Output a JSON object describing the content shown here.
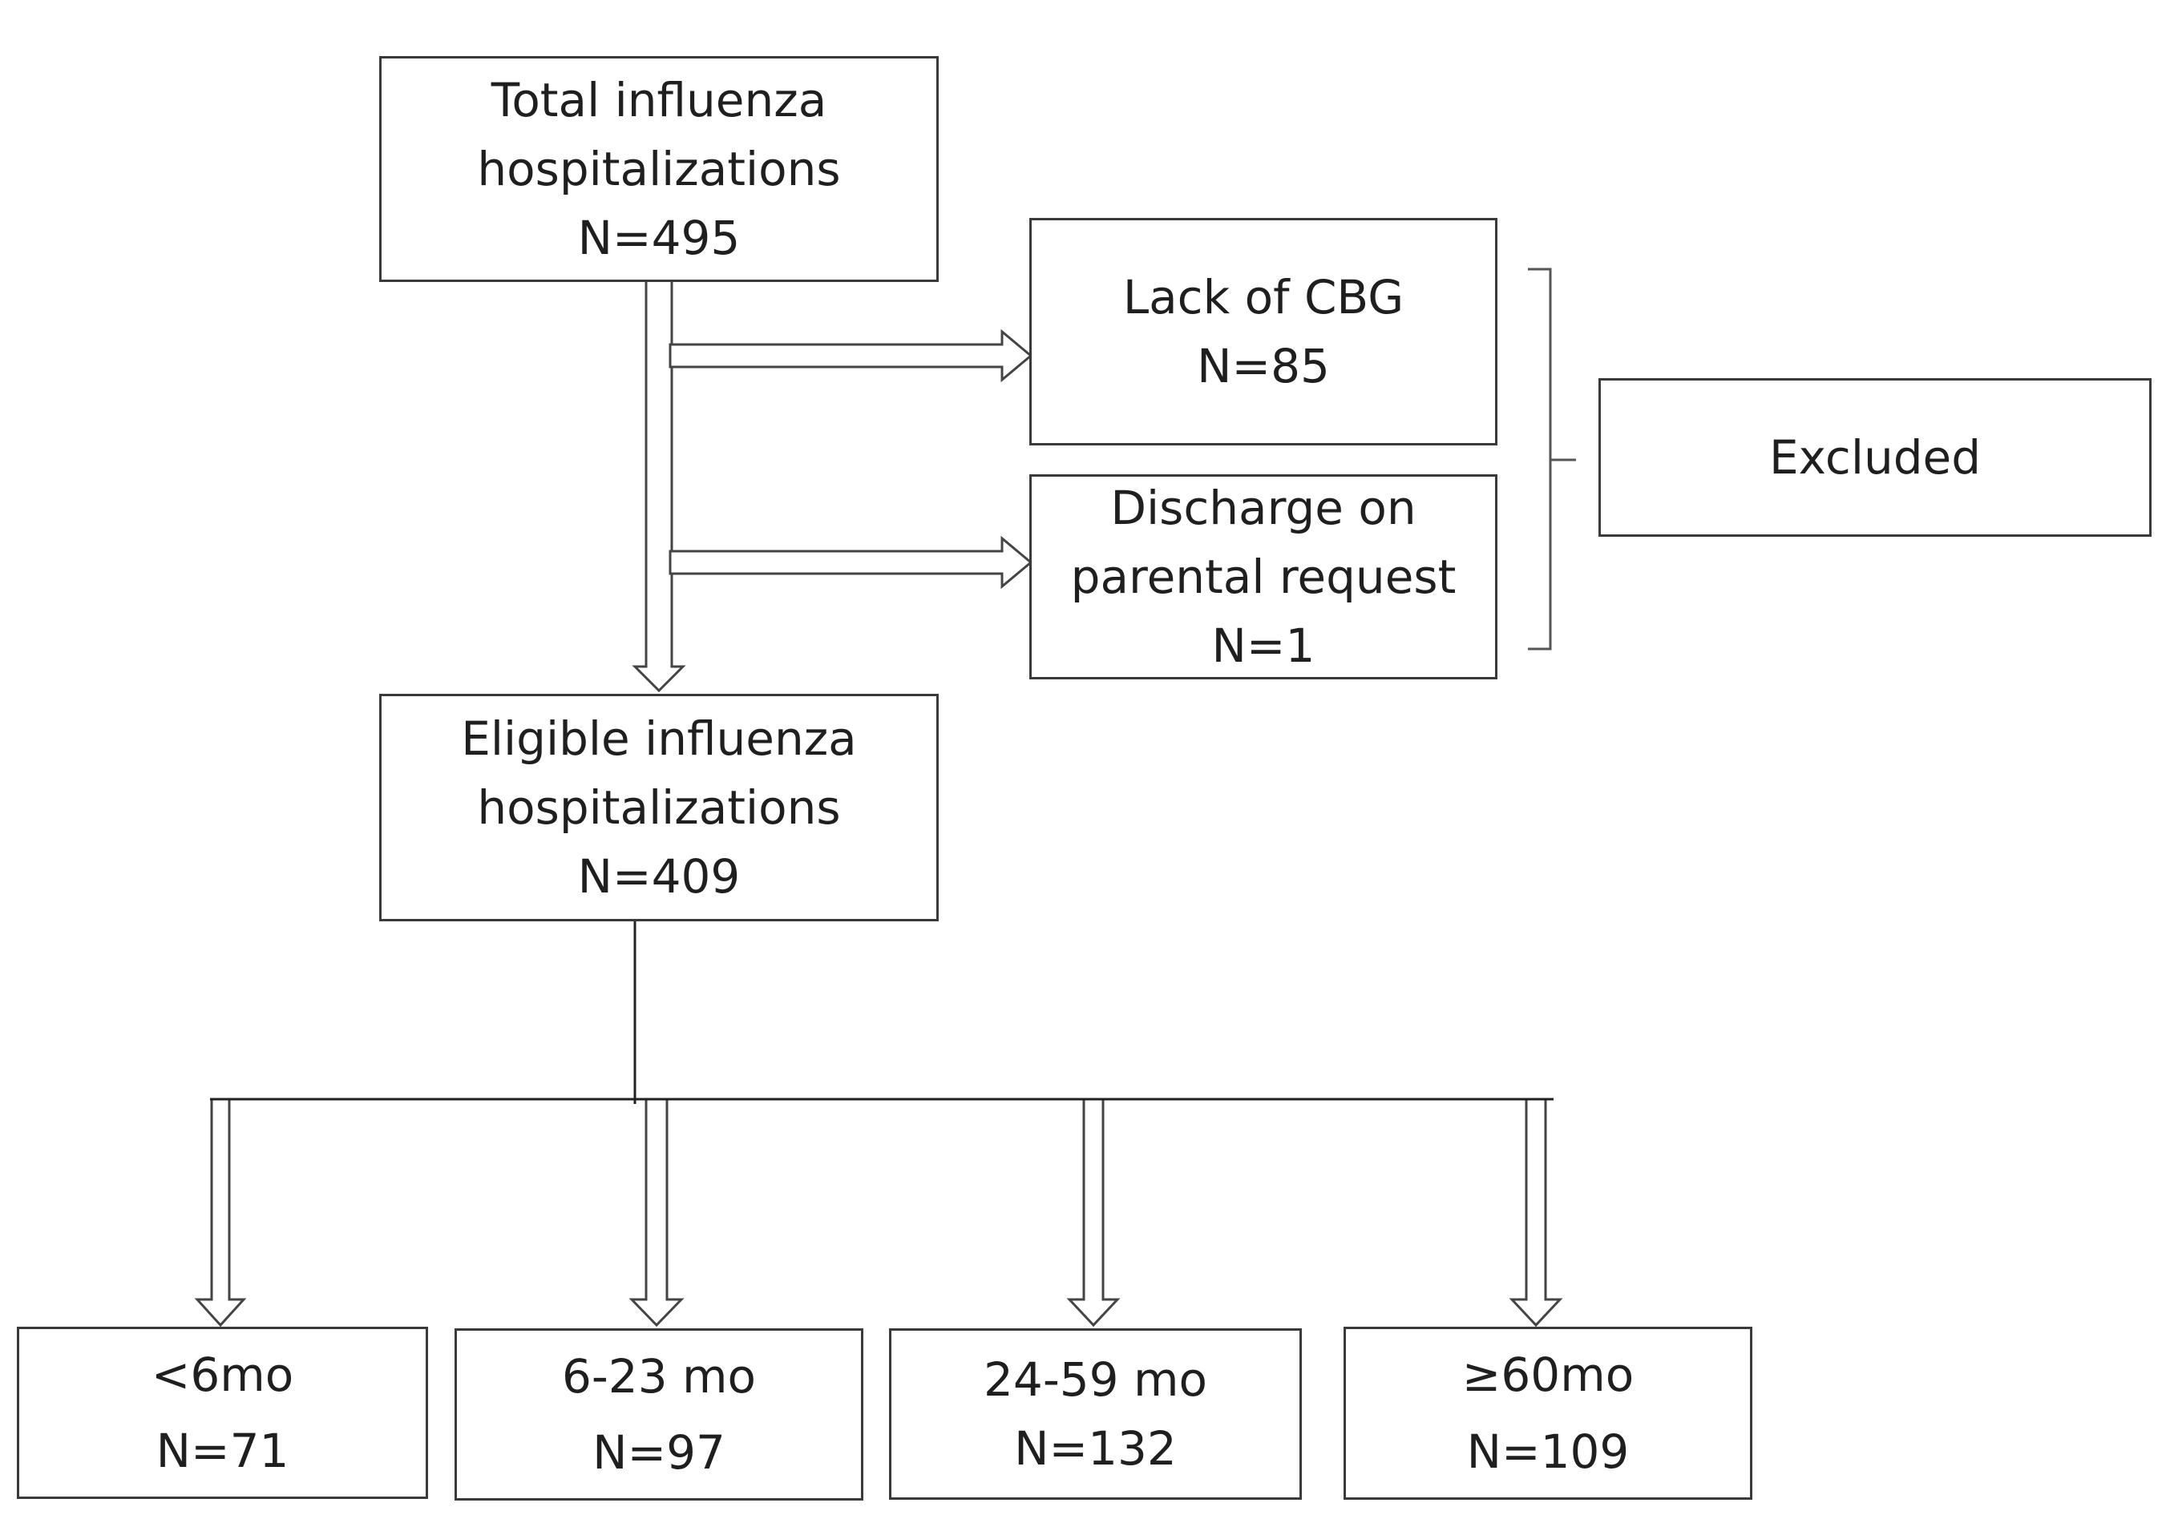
{
  "flowchart": {
    "total": {
      "title_line1": "Total influenza",
      "title_line2": "hospitalizations",
      "count": "N=495"
    },
    "exclusions": [
      {
        "label_line1": "Lack of CBG",
        "count": "N=85"
      },
      {
        "label_line1": "Discharge on",
        "label_line2": "parental request",
        "count": "N=1"
      }
    ],
    "excluded_label": "Excluded",
    "eligible": {
      "title_line1": "Eligible influenza",
      "title_line2": "hospitalizations",
      "count": "N=409"
    },
    "age_groups": [
      {
        "label": "<6mo",
        "count": "N=71"
      },
      {
        "label": "6-23 mo",
        "count": "N=97"
      },
      {
        "label": "24-59 mo",
        "count": "N=132"
      },
      {
        "label": "≥60mo",
        "count": "N=109"
      }
    ]
  }
}
